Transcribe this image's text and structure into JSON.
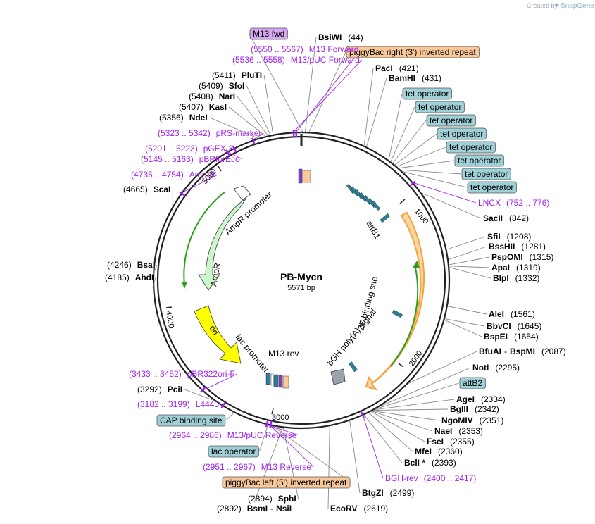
{
  "credit": {
    "created_by": "Created by",
    "brand": "SnapGene"
  },
  "plasmid": {
    "name": "PB-Mycn",
    "size": "5571 bp"
  },
  "ticks": [
    "1000",
    "2000",
    "3000",
    "4000",
    "5000"
  ],
  "inner_features": {
    "ampr_promoter": "AmpR promoter",
    "ampr": "AmpR",
    "ori": "ori",
    "lac_promoter": "lac promoter",
    "m13_rev": "M13 rev",
    "attb1": "attB1",
    "zf_binding_site": "ZF binding site",
    "bgh_polya": "bGH poly(A) signal"
  },
  "labels": [
    {
      "kind": "box",
      "text": "M13 fwd",
      "box": "purple"
    },
    {
      "kind": "site",
      "name": "BsiWI",
      "pos": "(44)"
    },
    {
      "kind": "box",
      "text": "piggyBac right (3') inverted repeat",
      "box": "orange"
    },
    {
      "kind": "site",
      "name": "PacI",
      "pos": "(421)"
    },
    {
      "kind": "site",
      "name": "BamHI",
      "pos": "(431)"
    },
    {
      "kind": "box",
      "text": "tet operator",
      "box": "teal"
    },
    {
      "kind": "box",
      "text": "tet operator",
      "box": "teal"
    },
    {
      "kind": "box",
      "text": "tet operator",
      "box": "teal"
    },
    {
      "kind": "box",
      "text": "tet operator",
      "box": "teal"
    },
    {
      "kind": "box",
      "text": "tet operator",
      "box": "teal"
    },
    {
      "kind": "box",
      "text": "tet operator",
      "box": "teal"
    },
    {
      "kind": "box",
      "text": "tet operator",
      "box": "teal"
    },
    {
      "kind": "box",
      "text": "tet operator",
      "box": "teal"
    },
    {
      "kind": "feat",
      "name": "LNCX",
      "pos": "(752 .. 776)"
    },
    {
      "kind": "site",
      "name": "SacII",
      "pos": "(842)"
    },
    {
      "kind": "site",
      "name": "SfiI",
      "pos": "(1208)"
    },
    {
      "kind": "site",
      "name": "BssHII",
      "pos": "(1281)"
    },
    {
      "kind": "site",
      "name": "PspOMI",
      "pos": "(1315)"
    },
    {
      "kind": "site",
      "name": "ApaI",
      "pos": "(1319)"
    },
    {
      "kind": "site",
      "name": "BlpI",
      "pos": "(1332)"
    },
    {
      "kind": "site",
      "name": "AleI",
      "pos": "(1561)"
    },
    {
      "kind": "site",
      "name": "BbvCI",
      "pos": "(1645)"
    },
    {
      "kind": "site",
      "name": "BspEI",
      "pos": "(1654)"
    },
    {
      "kind": "site2",
      "name": "BfuAI",
      "name2": "BspMI",
      "sep": "-",
      "pos": "(2087)"
    },
    {
      "kind": "site",
      "name": "NotI",
      "pos": "(2295)"
    },
    {
      "kind": "box",
      "text": "attB2",
      "box": "teal"
    },
    {
      "kind": "site",
      "name": "AgeI",
      "pos": "(2334)"
    },
    {
      "kind": "site",
      "name": "BglII",
      "pos": "(2342)"
    },
    {
      "kind": "site",
      "name": "NgoMIV",
      "pos": "(2351)"
    },
    {
      "kind": "site",
      "name": "NaeI",
      "pos": "(2353)"
    },
    {
      "kind": "site",
      "name": "FseI",
      "pos": "(2355)"
    },
    {
      "kind": "site",
      "name": "MfeI",
      "pos": "(2360)"
    },
    {
      "kind": "site",
      "name": "BclI *",
      "pos": "(2393)"
    },
    {
      "kind": "feat",
      "name": "BGH-rev",
      "pos": "(2400 .. 2417)"
    },
    {
      "kind": "site",
      "name": "BtgZI",
      "pos": "(2499)"
    },
    {
      "kind": "site",
      "name": "EcoRV",
      "pos": "(2619)"
    },
    {
      "kind": "site",
      "name": "SphI",
      "pos": "(2894)"
    },
    {
      "kind": "site2",
      "name": "BsmI",
      "name2": "NsiI",
      "sep": "-",
      "pos": "(2892)"
    },
    {
      "kind": "box",
      "text": "piggyBac left (5') inverted repeat",
      "box": "orange"
    },
    {
      "kind": "feat",
      "name": "M13 Reverse",
      "pos": "(2951 .. 2967)"
    },
    {
      "kind": "box",
      "text": "lac operator",
      "box": "teal"
    },
    {
      "kind": "feat",
      "name": "M13/pUC Reverse",
      "pos": "(2964 .. 2986)"
    },
    {
      "kind": "box",
      "text": "CAP binding site",
      "box": "teal"
    },
    {
      "kind": "feat",
      "name": "L4440",
      "pos": "(3182 .. 3199)"
    },
    {
      "kind": "site",
      "name": "PciI",
      "pos": "(3292)"
    },
    {
      "kind": "feat",
      "name": "pBR322ori-F",
      "pos": "(3433 .. 3452)"
    },
    {
      "kind": "site",
      "name": "AhdI",
      "pos": "(4185)"
    },
    {
      "kind": "site",
      "name": "BsaI",
      "pos": "(4246)"
    },
    {
      "kind": "site",
      "name": "ScaI",
      "pos": "(4665)"
    },
    {
      "kind": "feat",
      "name": "Amp-R",
      "pos": "(4735 .. 4754)"
    },
    {
      "kind": "feat",
      "name": "pBRforEco",
      "pos": "(5145 .. 5163)"
    },
    {
      "kind": "feat",
      "name": "pGEX 3'",
      "pos": "(5201 .. 5223)"
    },
    {
      "kind": "feat",
      "name": "pRS-marker",
      "pos": "(5323 .. 5342)"
    },
    {
      "kind": "site",
      "name": "NdeI",
      "pos": "(5356)"
    },
    {
      "kind": "site",
      "name": "KasI",
      "pos": "(5407)"
    },
    {
      "kind": "site",
      "name": "NarI",
      "pos": "(5408)"
    },
    {
      "kind": "site",
      "name": "SfoI",
      "pos": "(5409)"
    },
    {
      "kind": "site",
      "name": "PluTI",
      "pos": "(5411)"
    },
    {
      "kind": "feat",
      "name": "M13/pUC Forward",
      "pos": "(5536 .. 5558)"
    },
    {
      "kind": "feat",
      "name": "M13 Forward",
      "pos": "(5550 .. 5567)"
    }
  ],
  "colors": {
    "purple_box": "#d9a6f5",
    "orange_box": "#f8c79a",
    "teal_box": "#9fd0d8",
    "feature_text": "#a020f0",
    "ampr": "#ccf7cc",
    "ori": "#ffff00",
    "bgh": "#7f8a96",
    "zf": "#2e8b8b",
    "orange_arc": "#f5b45a",
    "green_arc": "#2e9e1e"
  }
}
